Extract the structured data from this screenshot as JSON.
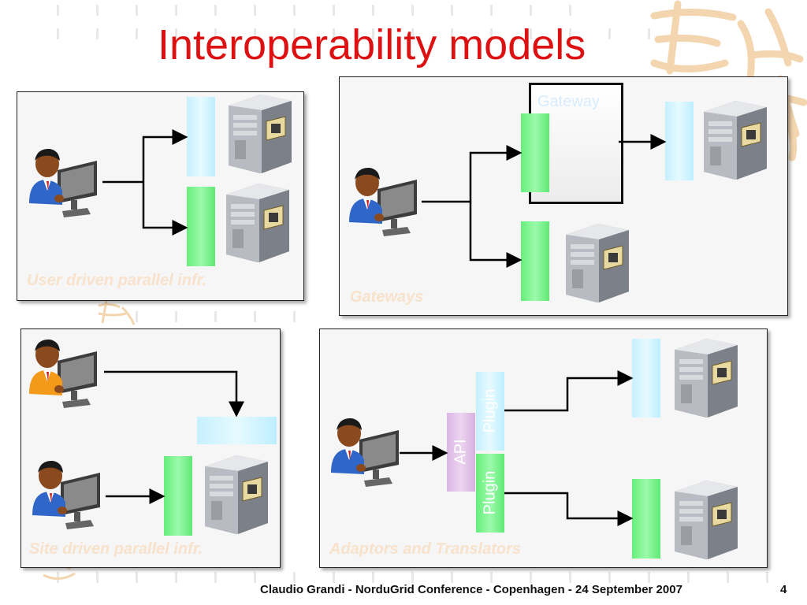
{
  "slide": {
    "title": "Interoperability models",
    "footer": "Claudio Grandi - NorduGrid Conference - Copenhagen - 24 September 2007",
    "page_number": "4"
  },
  "panels": {
    "top_left": {
      "label": "User driven parallel infr."
    },
    "top_right": {
      "label": "Gateways",
      "gateway_label": "Gateway"
    },
    "bottom_left": {
      "label": "Site driven parallel infr."
    },
    "bottom_right": {
      "label": "Adaptors and Translators",
      "api_label": "API",
      "plugin_top_label": "Plugin",
      "plugin_bottom_label": "Plugin"
    }
  },
  "colors": {
    "title": "#dd1111",
    "cyan_bar": "#c6f0ff",
    "green_bar": "#66ee7a",
    "purple_bar": "#dcb6e4"
  },
  "icons": [
    "user-at-computer-icon",
    "server-tower-icon",
    "arrow-icon"
  ]
}
